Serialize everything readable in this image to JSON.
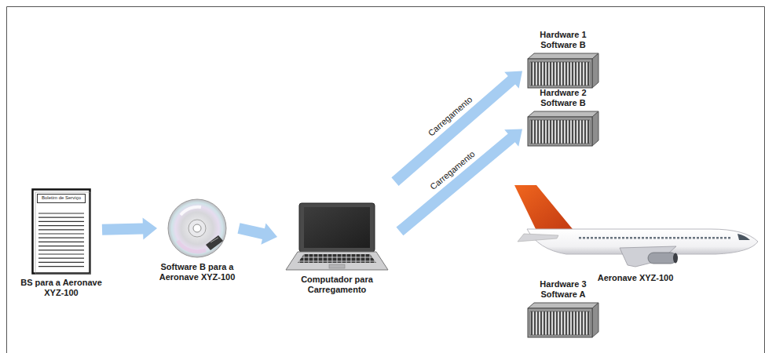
{
  "diagram": {
    "nodes": [
      {
        "text": [
          "Boletim de Serviço",
          "BS para a Aeronave XYZ-100"
        ]
      },
      {
        "text": [
          "Software B para a Aeronave XYZ-100"
        ]
      },
      {
        "text": [
          "Computador para Carregamento"
        ]
      },
      {
        "text": [
          "Hardware 1 Software B"
        ]
      },
      {
        "text": [
          "Hardware 2 Software B"
        ]
      },
      {
        "text": [
          "Aeronave XYZ-100"
        ]
      },
      {
        "text": [
          "Hardware 3 Software A"
        ]
      }
    ],
    "edges": [
      {
        "from": 0,
        "to": 1,
        "arrow": "to"
      },
      {
        "from": 1,
        "to": 2,
        "arrow": "to"
      },
      {
        "from": 2,
        "to": 3,
        "label": "Carregamento",
        "arrow": "to"
      },
      {
        "from": 2,
        "to": 4,
        "label": "Carregamento",
        "arrow": "to"
      }
    ]
  }
}
